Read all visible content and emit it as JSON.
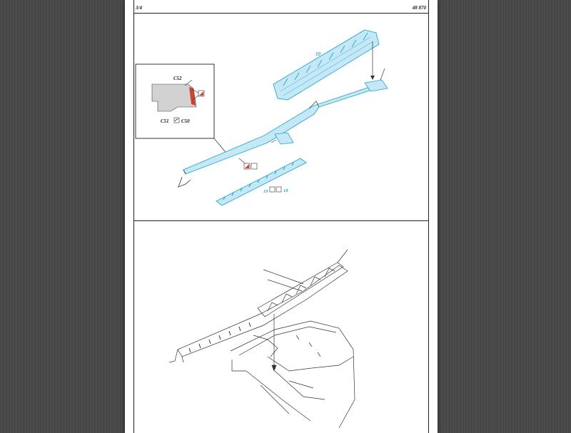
{
  "header": {
    "page_number": "3/4",
    "kit_number": "48 870"
  },
  "upper_diagram": {
    "inset": {
      "label_c52": "C52",
      "label_c51": "C51",
      "label_c50": "C50"
    },
    "part_label_top": "10",
    "part_label_bottom_a": "19",
    "part_label_bottom_b": "18"
  },
  "colors": {
    "etch_part": "#27a6cf",
    "etch_fill": "#c4e8f5",
    "paint_red": "#d0442e",
    "line": "#333333",
    "inset_gray": "#d2d2d2"
  }
}
